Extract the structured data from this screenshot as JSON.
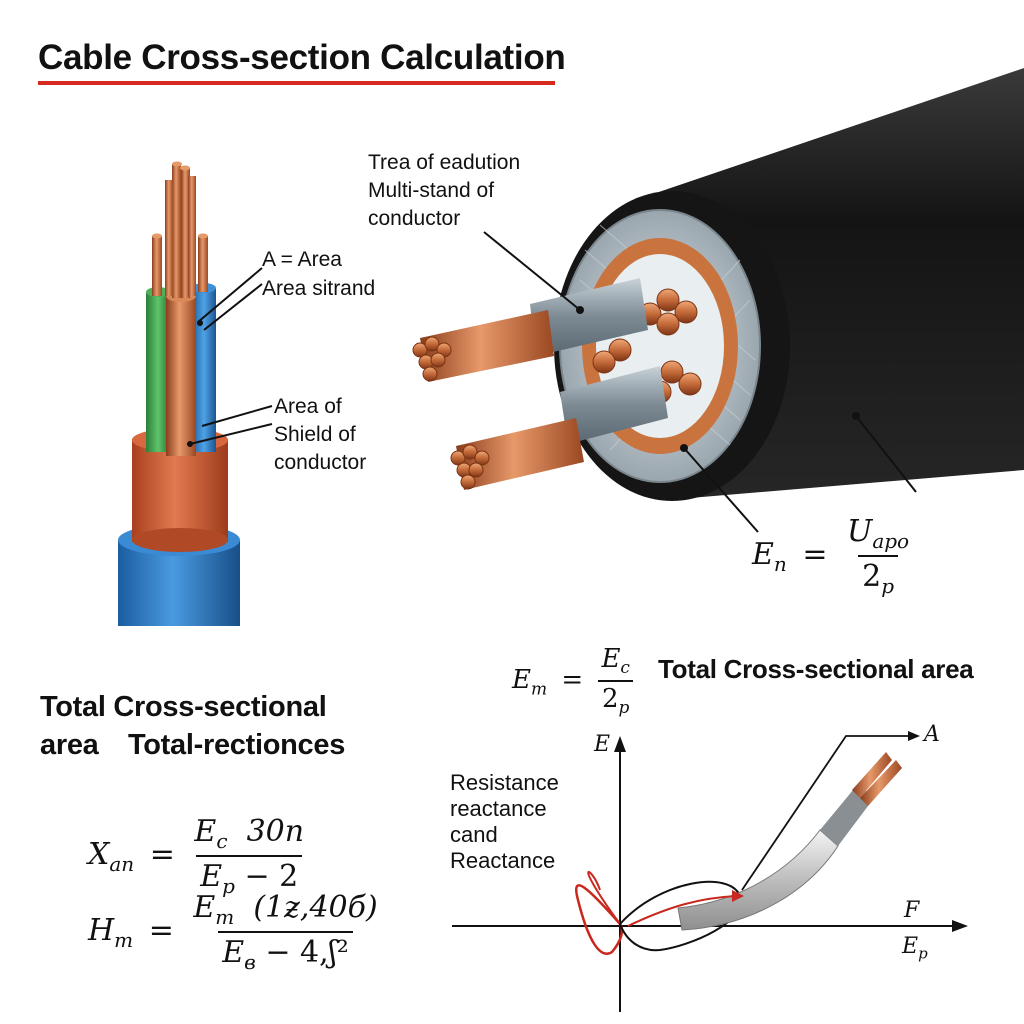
{
  "header": {
    "title": "Cable Cross-section Calculation"
  },
  "left_cable": {
    "labels": [
      "A = Area",
      "Area sitrand",
      "Area of",
      "Shield of",
      "conductor"
    ],
    "colors": {
      "copper": "#c66a3c",
      "green": "#3aa24a",
      "blue": "#2f7fc8",
      "insulation": "#d0603a",
      "jacket": "#2a78c4"
    }
  },
  "right_cable": {
    "labels": [
      "Trea of eadution",
      "Multi-stand of",
      "conductor"
    ],
    "formula": {
      "lhs": "E",
      "lhs_sub": "n",
      "eq": "=",
      "num": "U",
      "num_sub": "apo",
      "den": "2",
      "den_sub": "p"
    },
    "colors": {
      "jacket": "#1e1e1e",
      "screen": "#b9c2c8",
      "copper": "#c96b3c"
    }
  },
  "middle_formula": {
    "lhs": "E",
    "lhs_sub": "m",
    "eq": "=",
    "num": "E",
    "num_sub": "c",
    "den": "2",
    "den_sub": "p",
    "caption": "Total Cross-sectional area"
  },
  "bottom_left": {
    "heading_line1": "Total Cross-sectional",
    "heading_line2a": "area",
    "heading_line2b": "Total-rectionces",
    "formula1": {
      "lhs": "X",
      "lhs_sub": "an",
      "eq": "=",
      "num": "E",
      "num_sub": "c",
      "num_tail": "30n",
      "den": "E",
      "den_sub": "p",
      "den_tail": "− 2"
    },
    "formula2": {
      "lhs": "H",
      "lhs_sub": "m",
      "eq": "=",
      "num": "E",
      "num_sub": "m",
      "num_tail": "(1ƶ,40б)",
      "den": "E",
      "den_sub": "в",
      "den_tail": "− 4,ʃ²"
    }
  },
  "graph": {
    "y_axis_label": "E",
    "x_axis_label": "F",
    "x_axis_sub": "E",
    "x_axis_sub_sub": "p",
    "arrow_label": "A",
    "legend": [
      "Resistance",
      "reactance",
      "cand",
      "Reactance"
    ],
    "loop_color": "#c8281e"
  }
}
